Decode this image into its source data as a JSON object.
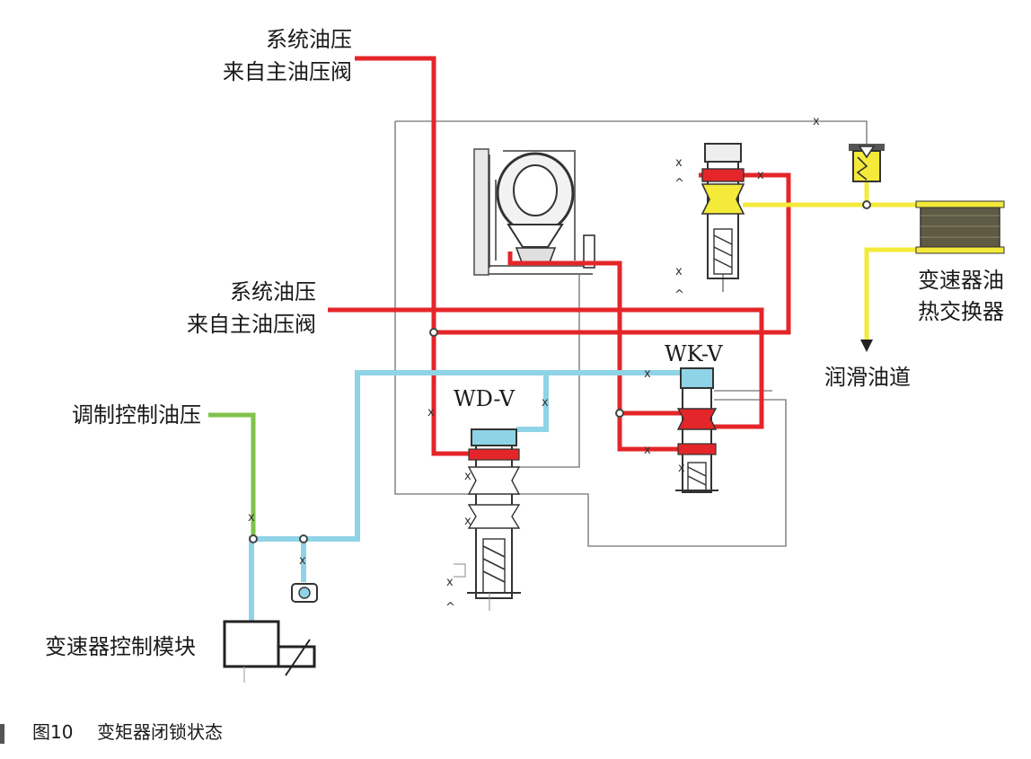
{
  "labels": {
    "system_pressure_top_line1": "系统油压",
    "system_pressure_top_line2": "来自主油压阀",
    "system_pressure_mid_line1": "系统油压",
    "system_pressure_mid_line2": "来自主油压阀",
    "modulated_pressure": "调制控制油压",
    "control_module": "变速器控制模块",
    "heat_exchanger_line1": "变速器油",
    "heat_exchanger_line2": "热交换器",
    "lubrication": "润滑油道",
    "valve_wd": "WD-V",
    "valve_wk": "WK-V"
  },
  "caption": {
    "figure_number": "图10",
    "title": "变矩器闭锁状态"
  },
  "colors": {
    "system_pressure": "#e4262a",
    "control_pressure": "#8fd3e6",
    "modulated_pressure": "#7ec34b",
    "lubrication": "#f4ea3a",
    "return": "#8a8a8a"
  }
}
